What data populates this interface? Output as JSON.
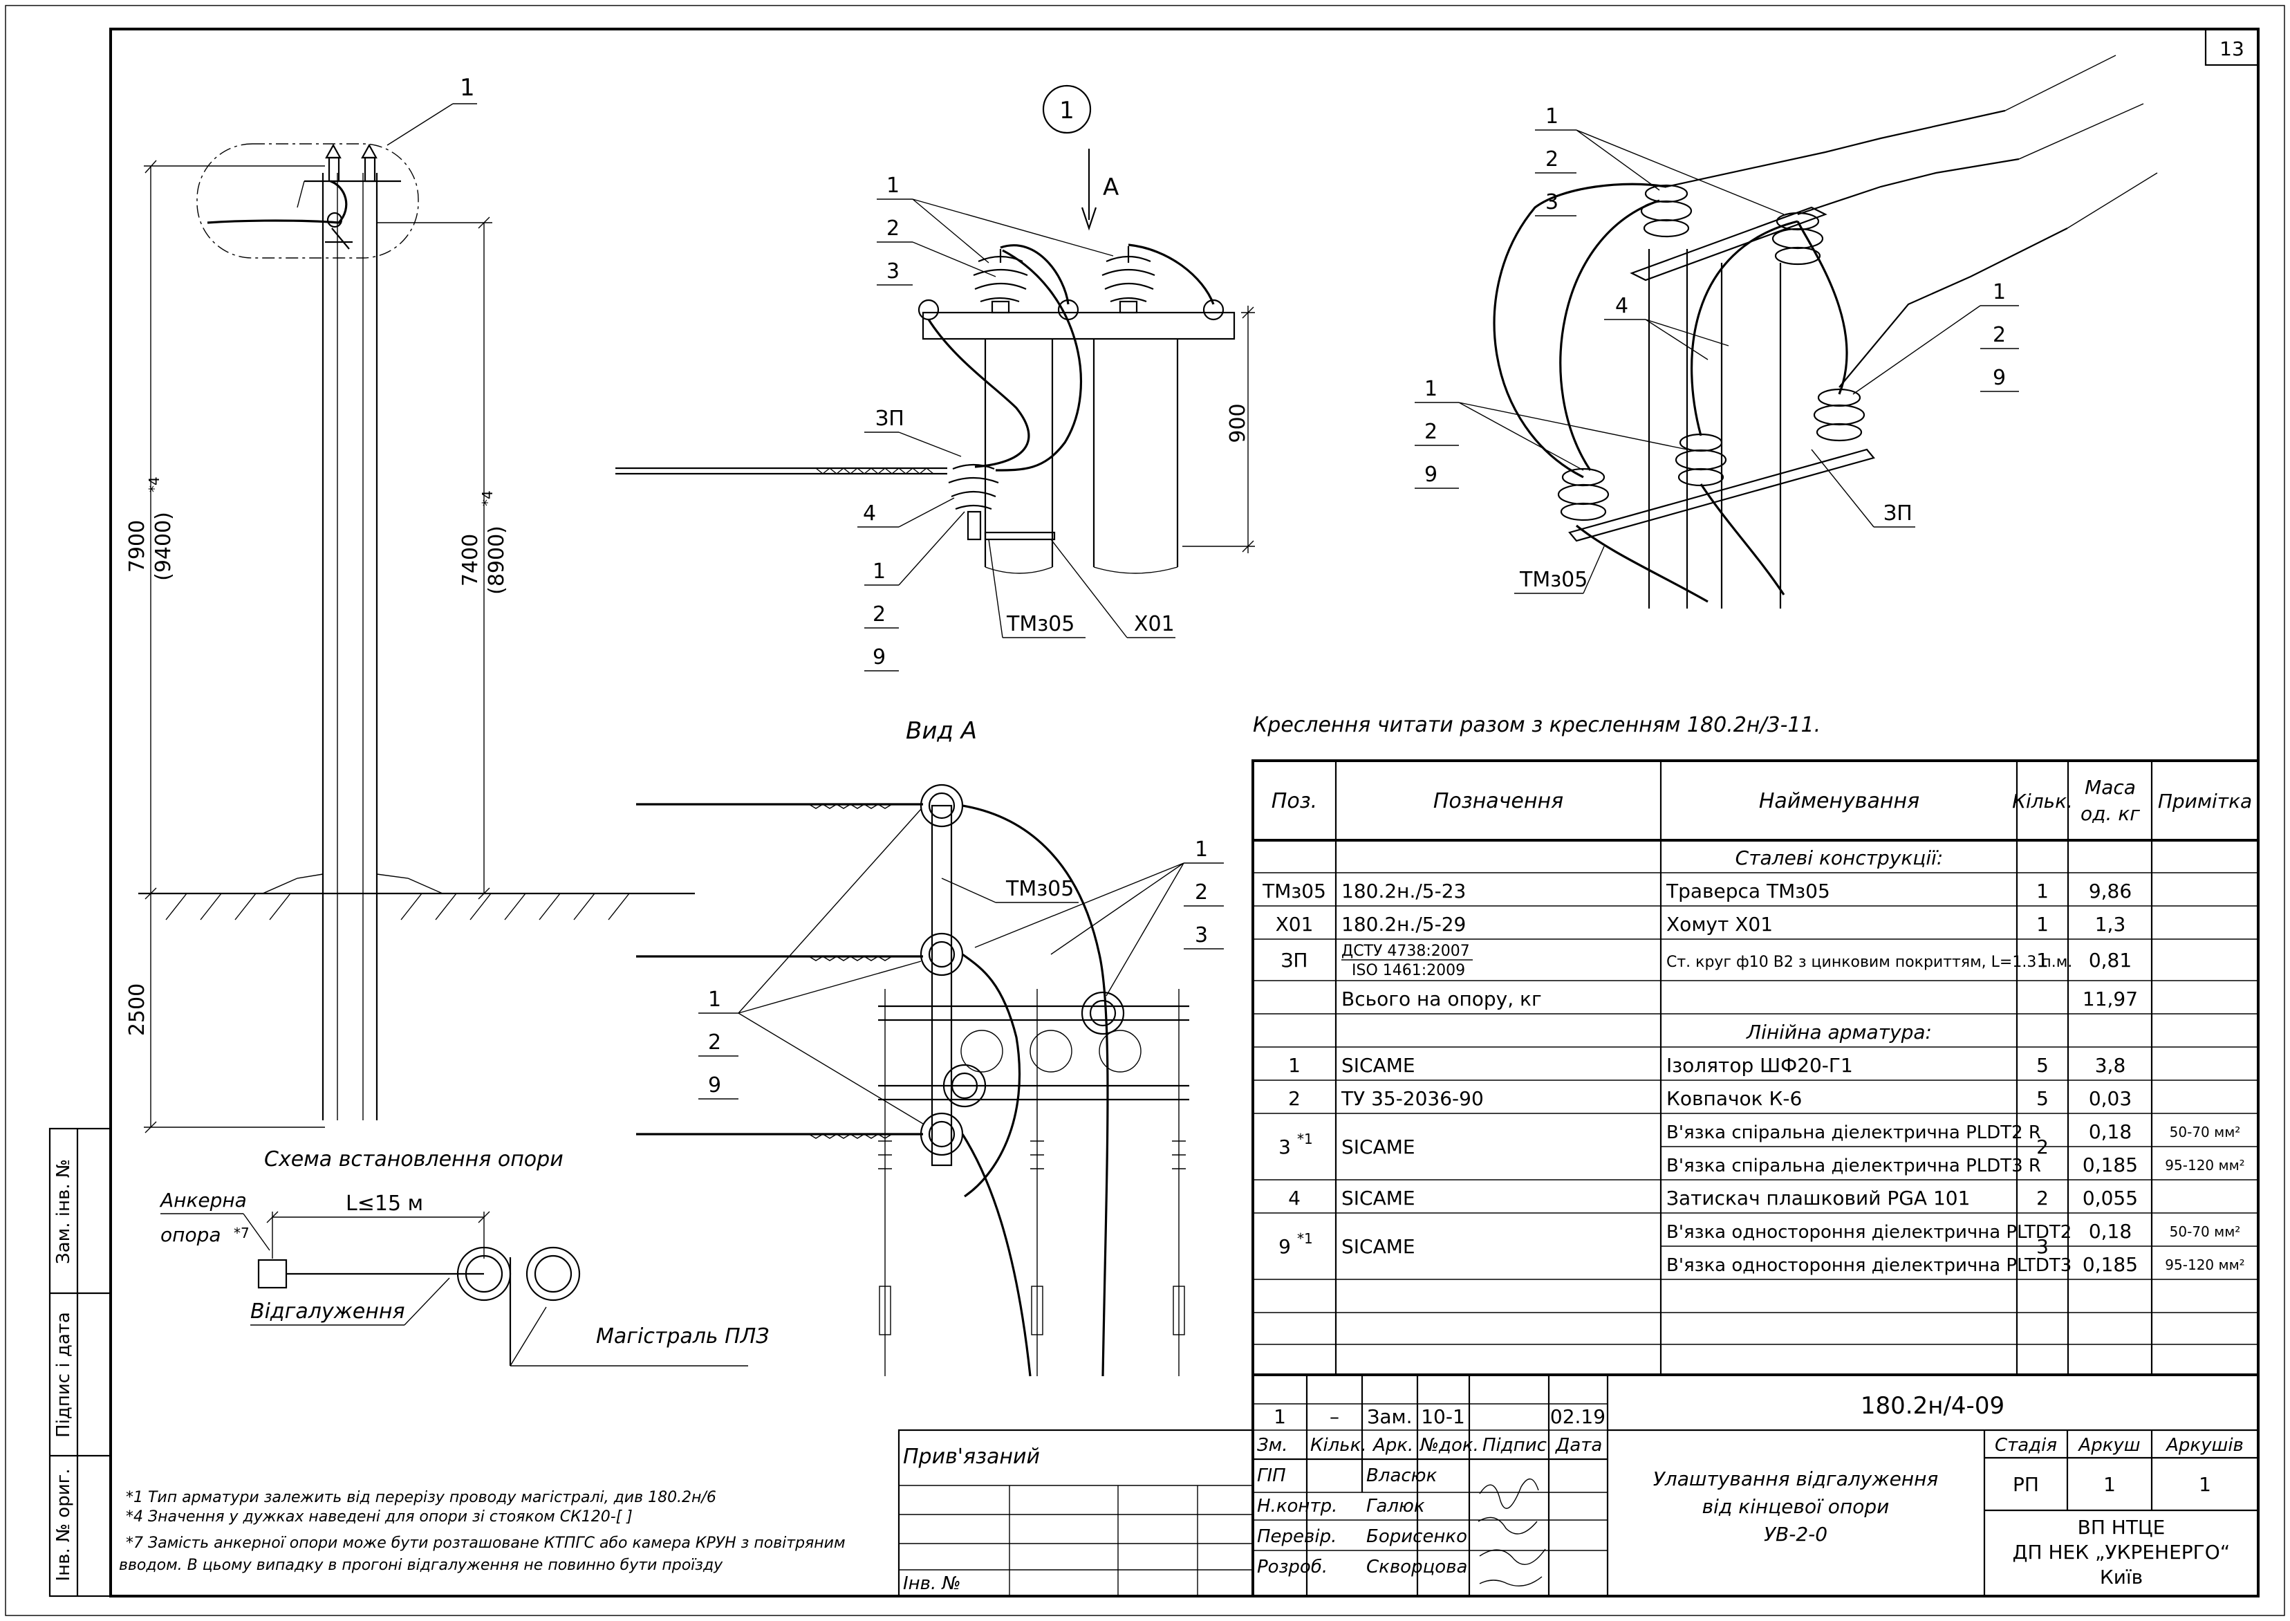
{
  "sheet": {
    "page_number": "13",
    "note_read_with": "Креслення читати разом з кресленням 180.2н/3-11."
  },
  "side_stamp": {
    "replaced_inv": "Зам. інв. №",
    "sign_date": "Підпис і дата",
    "orig_inv": "Інв. № ориг."
  },
  "pole_scheme": {
    "callout": "1",
    "dim_7900": "7900",
    "dim_9400": "(9400)",
    "dim_9400_note": "*4",
    "dim_7400": "7400",
    "dim_8900": "(8900)",
    "dim_8900_note": "*4",
    "dim_2500": "2500"
  },
  "install_scheme": {
    "title": "Схема встановлення опори",
    "anchor_line1": "Анкерна",
    "anchor_line2": "опора",
    "anchor_note": "*7",
    "distance": "L≤15 м",
    "branch": "Відгалуження",
    "main": "Магістраль ПЛЗ"
  },
  "detail1": {
    "circle": "1",
    "view_arrow": "А",
    "lbl_1": "1",
    "lbl_2": "2",
    "lbl_3": "3",
    "lbl_zp": "ЗП",
    "lbl_4": "4",
    "lbl_1b": "1",
    "lbl_2b": "2",
    "lbl_9": "9",
    "lbl_tmz": "ТМз05",
    "lbl_x01": "Х01",
    "dim_900": "900"
  },
  "iso_view": {
    "g1": [
      "1",
      "2",
      "3"
    ],
    "lbl_4": "4",
    "g2": [
      "1",
      "2",
      "9"
    ],
    "g3": [
      "1",
      "2",
      "9"
    ],
    "lbl_zp": "ЗП",
    "lbl_tmz": "ТМз05"
  },
  "view_a": {
    "title": "Вид А",
    "lbl_tmz": "ТМз05",
    "g1": [
      "1",
      "2",
      "3"
    ],
    "g2": [
      "1",
      "2",
      "9"
    ]
  },
  "spec_table": {
    "headers": {
      "pos": "Поз.",
      "designation": "Позначення",
      "name": "Найменування",
      "qty": "Кільк.",
      "mass_line1": "Маса",
      "mass_line2": "од. кг",
      "note": "Примітка"
    },
    "section_steel": "Сталеві конструкції:",
    "section_line": "Лінійна арматура:",
    "rows_steel": [
      {
        "pos": "ТМз05",
        "designation": "180.2н./5-23",
        "name": "Траверса ТМз05",
        "qty": "1",
        "mass": "9,86",
        "note": ""
      },
      {
        "pos": "Х01",
        "designation": "180.2н./5-29",
        "name": "Хомут Х01",
        "qty": "1",
        "mass": "1,3",
        "note": ""
      },
      {
        "pos": "ЗП",
        "designation": "ДСТУ 4738:2007",
        "designation2": "ISO 1461:2009",
        "name": "Ст. круг ф10 В2 з цинковим покриттям, L=1.3 п.м.",
        "qty": "1",
        "mass": "0,81",
        "note": ""
      }
    ],
    "total_label": "Всього на опору, кг",
    "total_mass": "11,97",
    "rows_line": [
      {
        "pos": "1",
        "designation": "SICAME",
        "name": "Ізолятор ШФ20-Г1",
        "qty": "5",
        "mass": "3,8",
        "note": ""
      },
      {
        "pos": "2",
        "designation": "ТУ 35-2036-90",
        "name": "Ковпачок К-6",
        "qty": "5",
        "mass": "0,03",
        "note": ""
      }
    ],
    "row3": {
      "pos": "3",
      "pos_note": "*1",
      "designation": "SICAME",
      "qty": "2",
      "name_a": "В'язка спіральна діелектрична PLDT2 R",
      "mass_a": "0,18",
      "note_a": "50-70 мм²",
      "name_b": "В'язка спіральна діелектрична PLDT3 R",
      "mass_b": "0,185",
      "note_b": "95-120 мм²"
    },
    "row4": {
      "pos": "4",
      "designation": "SICAME",
      "name": "Затискач плашковий PGA 101",
      "qty": "2",
      "mass": "0,055",
      "note": ""
    },
    "row9": {
      "pos": "9",
      "pos_note": "*1",
      "designation": "SICAME",
      "qty": "3",
      "name_a": "В'язка одностороння діелектрична PLTDT2",
      "mass_a": "0,18",
      "note_a": "50-70 мм²",
      "name_b": "В'язка одностороння діелектрична PLTDT3",
      "mass_b": "0,185",
      "note_b": "95-120 мм²"
    }
  },
  "title_block": {
    "code": "180.2н/4-09",
    "rev": {
      "change": "1",
      "qty": "–",
      "doc_type": "Зам.",
      "doc": "10-1",
      "date": "02.19"
    },
    "col_headers": {
      "zm": "Зм.",
      "qty": "Кільк.",
      "ark": "Арк.",
      "ndoc": "№док.",
      "sign": "Підпис",
      "date": "Дата"
    },
    "roles": [
      {
        "role": "ГІП",
        "name": "Власюк"
      },
      {
        "role": "Н.контр.",
        "name": "Галюк"
      },
      {
        "role": "Перевір.",
        "name": "Борисенко"
      },
      {
        "role": "Розроб.",
        "name": "Скворцова"
      }
    ],
    "desc_line1": "Улаштування відгалуження",
    "desc_line2": "від кінцевої опори",
    "desc_line3": "УВ-2-0",
    "stage_label": "Стадія",
    "sheet_label": "Аркуш",
    "sheets_label": "Аркушів",
    "stage": "РП",
    "sheet": "1",
    "sheets": "1",
    "org_line1": "ВП НТЦЕ",
    "org_line2": "ДП НЕК „УКРЕНЕРГО“",
    "org_line3": "Київ",
    "bound": "Прив'язаний",
    "inv": "Інв. №"
  },
  "footnotes": {
    "n1": "*1 Тип арматури залежить від перерізу проводу магістралі, див 180.2н/6",
    "n4": "*4 Значення у дужках наведені для опори зі стояком СК120-[ ]",
    "n7_line1": "*7 Замість анкерної опори може бути розташоване КТПГС або камера КРУН з повітряним",
    "n7_line2": "вводом. В цьому випадку в прогоні відгалуження не повинно бути проїзду"
  }
}
